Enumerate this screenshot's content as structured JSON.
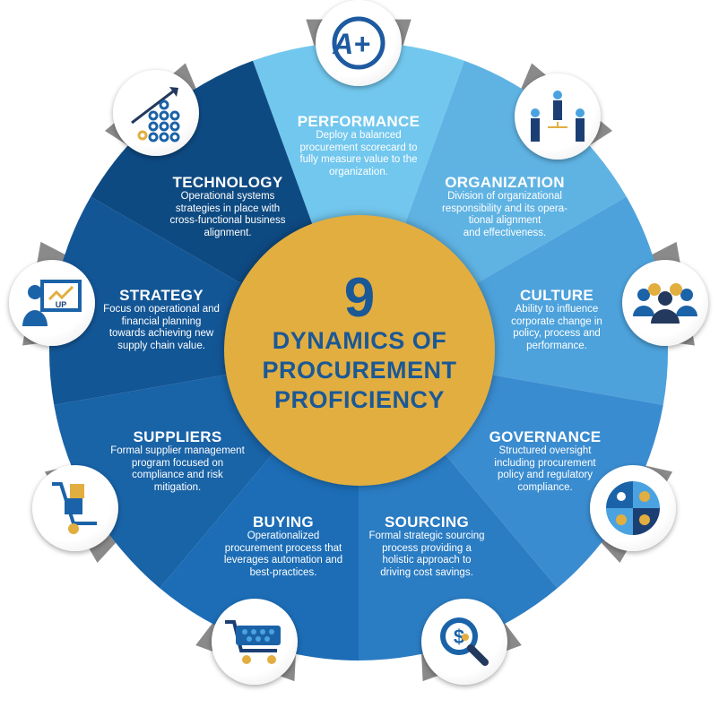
{
  "center": {
    "number": "9",
    "lines": [
      "DYNAMICS OF",
      "PROCUREMENT",
      "PROFICIENCY"
    ],
    "color": "#E2AE40",
    "text_color": "#1B5896"
  },
  "segments": [
    {
      "title": "PERFORMANCE",
      "desc": [
        "Deploy a balanced",
        "procurement scorecard to",
        "fully measure value to the",
        "organization."
      ],
      "color": "#72C7EE",
      "icon": "a-plus-icon"
    },
    {
      "title": "ORGANIZATION",
      "desc": [
        "Division of organizational",
        "responsibility and its opera-",
        "tional alignment",
        "and effectiveness."
      ],
      "color": "#5FB3E3",
      "icon": "org-chart-icon"
    },
    {
      "title": "CULTURE",
      "desc": [
        "Ability to influence",
        "corporate change in",
        "policy, process and",
        "performance."
      ],
      "color": "#4DA2DC",
      "icon": "team-icon"
    },
    {
      "title": "GOVERNANCE",
      "desc": [
        "Structured oversight",
        "including procurement",
        "policy and regulatory",
        "compliance."
      ],
      "color": "#3A8CD0",
      "icon": "governance-quadrant-icon"
    },
    {
      "title": "SOURCING",
      "desc": [
        "Formal strategic sourcing",
        "process providing a",
        "holistic approach to",
        "driving cost savings."
      ],
      "color": "#2A7CC3",
      "icon": "dollar-magnifier-icon"
    },
    {
      "title": "BUYING",
      "desc": [
        "Operationalized",
        "procurement process that",
        "leverages automation and",
        "best-practices."
      ],
      "color": "#1C6DB6",
      "icon": "shopping-cart-icon"
    },
    {
      "title": "SUPPLIERS",
      "desc": [
        "Formal supplier management",
        "program focused on",
        "compliance and risk",
        "mitigation."
      ],
      "color": "#1963A7",
      "icon": "hand-truck-icon"
    },
    {
      "title": "STRATEGY",
      "desc": [
        "Focus on operational and",
        "financial planning",
        "towards achieving new",
        "supply chain value."
      ],
      "color": "#135696",
      "icon": "presenter-chart-icon"
    },
    {
      "title": "TECHNOLOGY",
      "desc": [
        "Operational systems",
        "strategies in place with",
        "cross-functional business",
        "alignment."
      ],
      "color": "#0E4A82",
      "icon": "gears-growth-icon"
    }
  ],
  "icon_text": {
    "a_plus": "A+",
    "up": "UP",
    "dollar": "$"
  }
}
